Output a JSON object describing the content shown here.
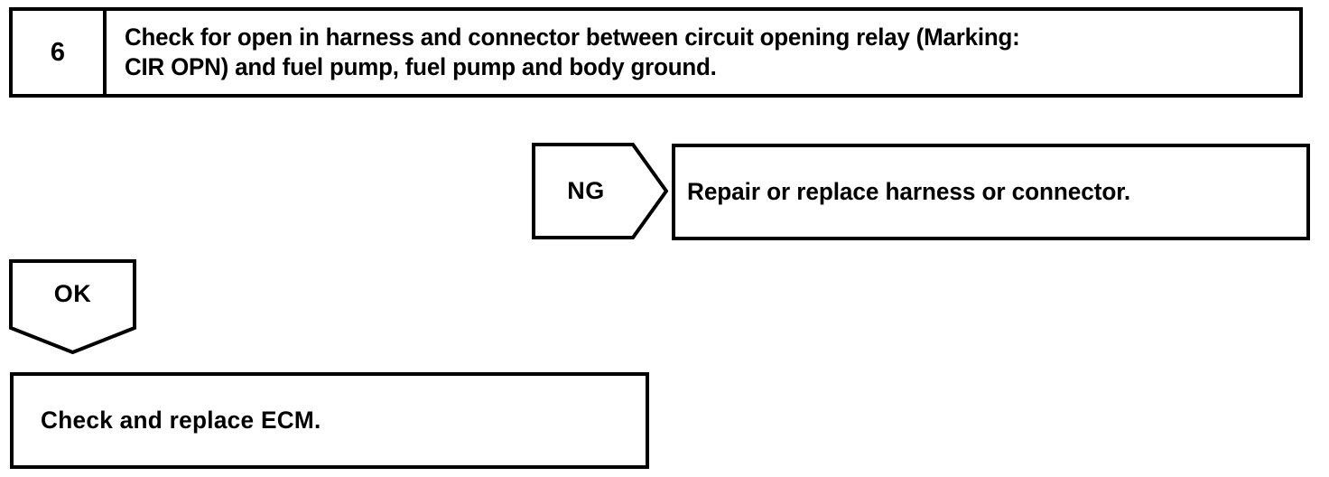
{
  "diagram": {
    "type": "troubleshooting-flowchart",
    "colors": {
      "stroke": "#000000",
      "background": "#ffffff",
      "text": "#000000"
    },
    "step": {
      "number": "6",
      "instruction": "Check for open in harness and connector between circuit opening relay (Marking:\nCIR OPN) and fuel pump, fuel pump and body ground."
    },
    "branches": {
      "ng": {
        "label": "NG",
        "result_text": "Repair or replace harness or connector."
      },
      "ok": {
        "label": "OK",
        "result_text": "Check and replace ECM."
      }
    }
  }
}
